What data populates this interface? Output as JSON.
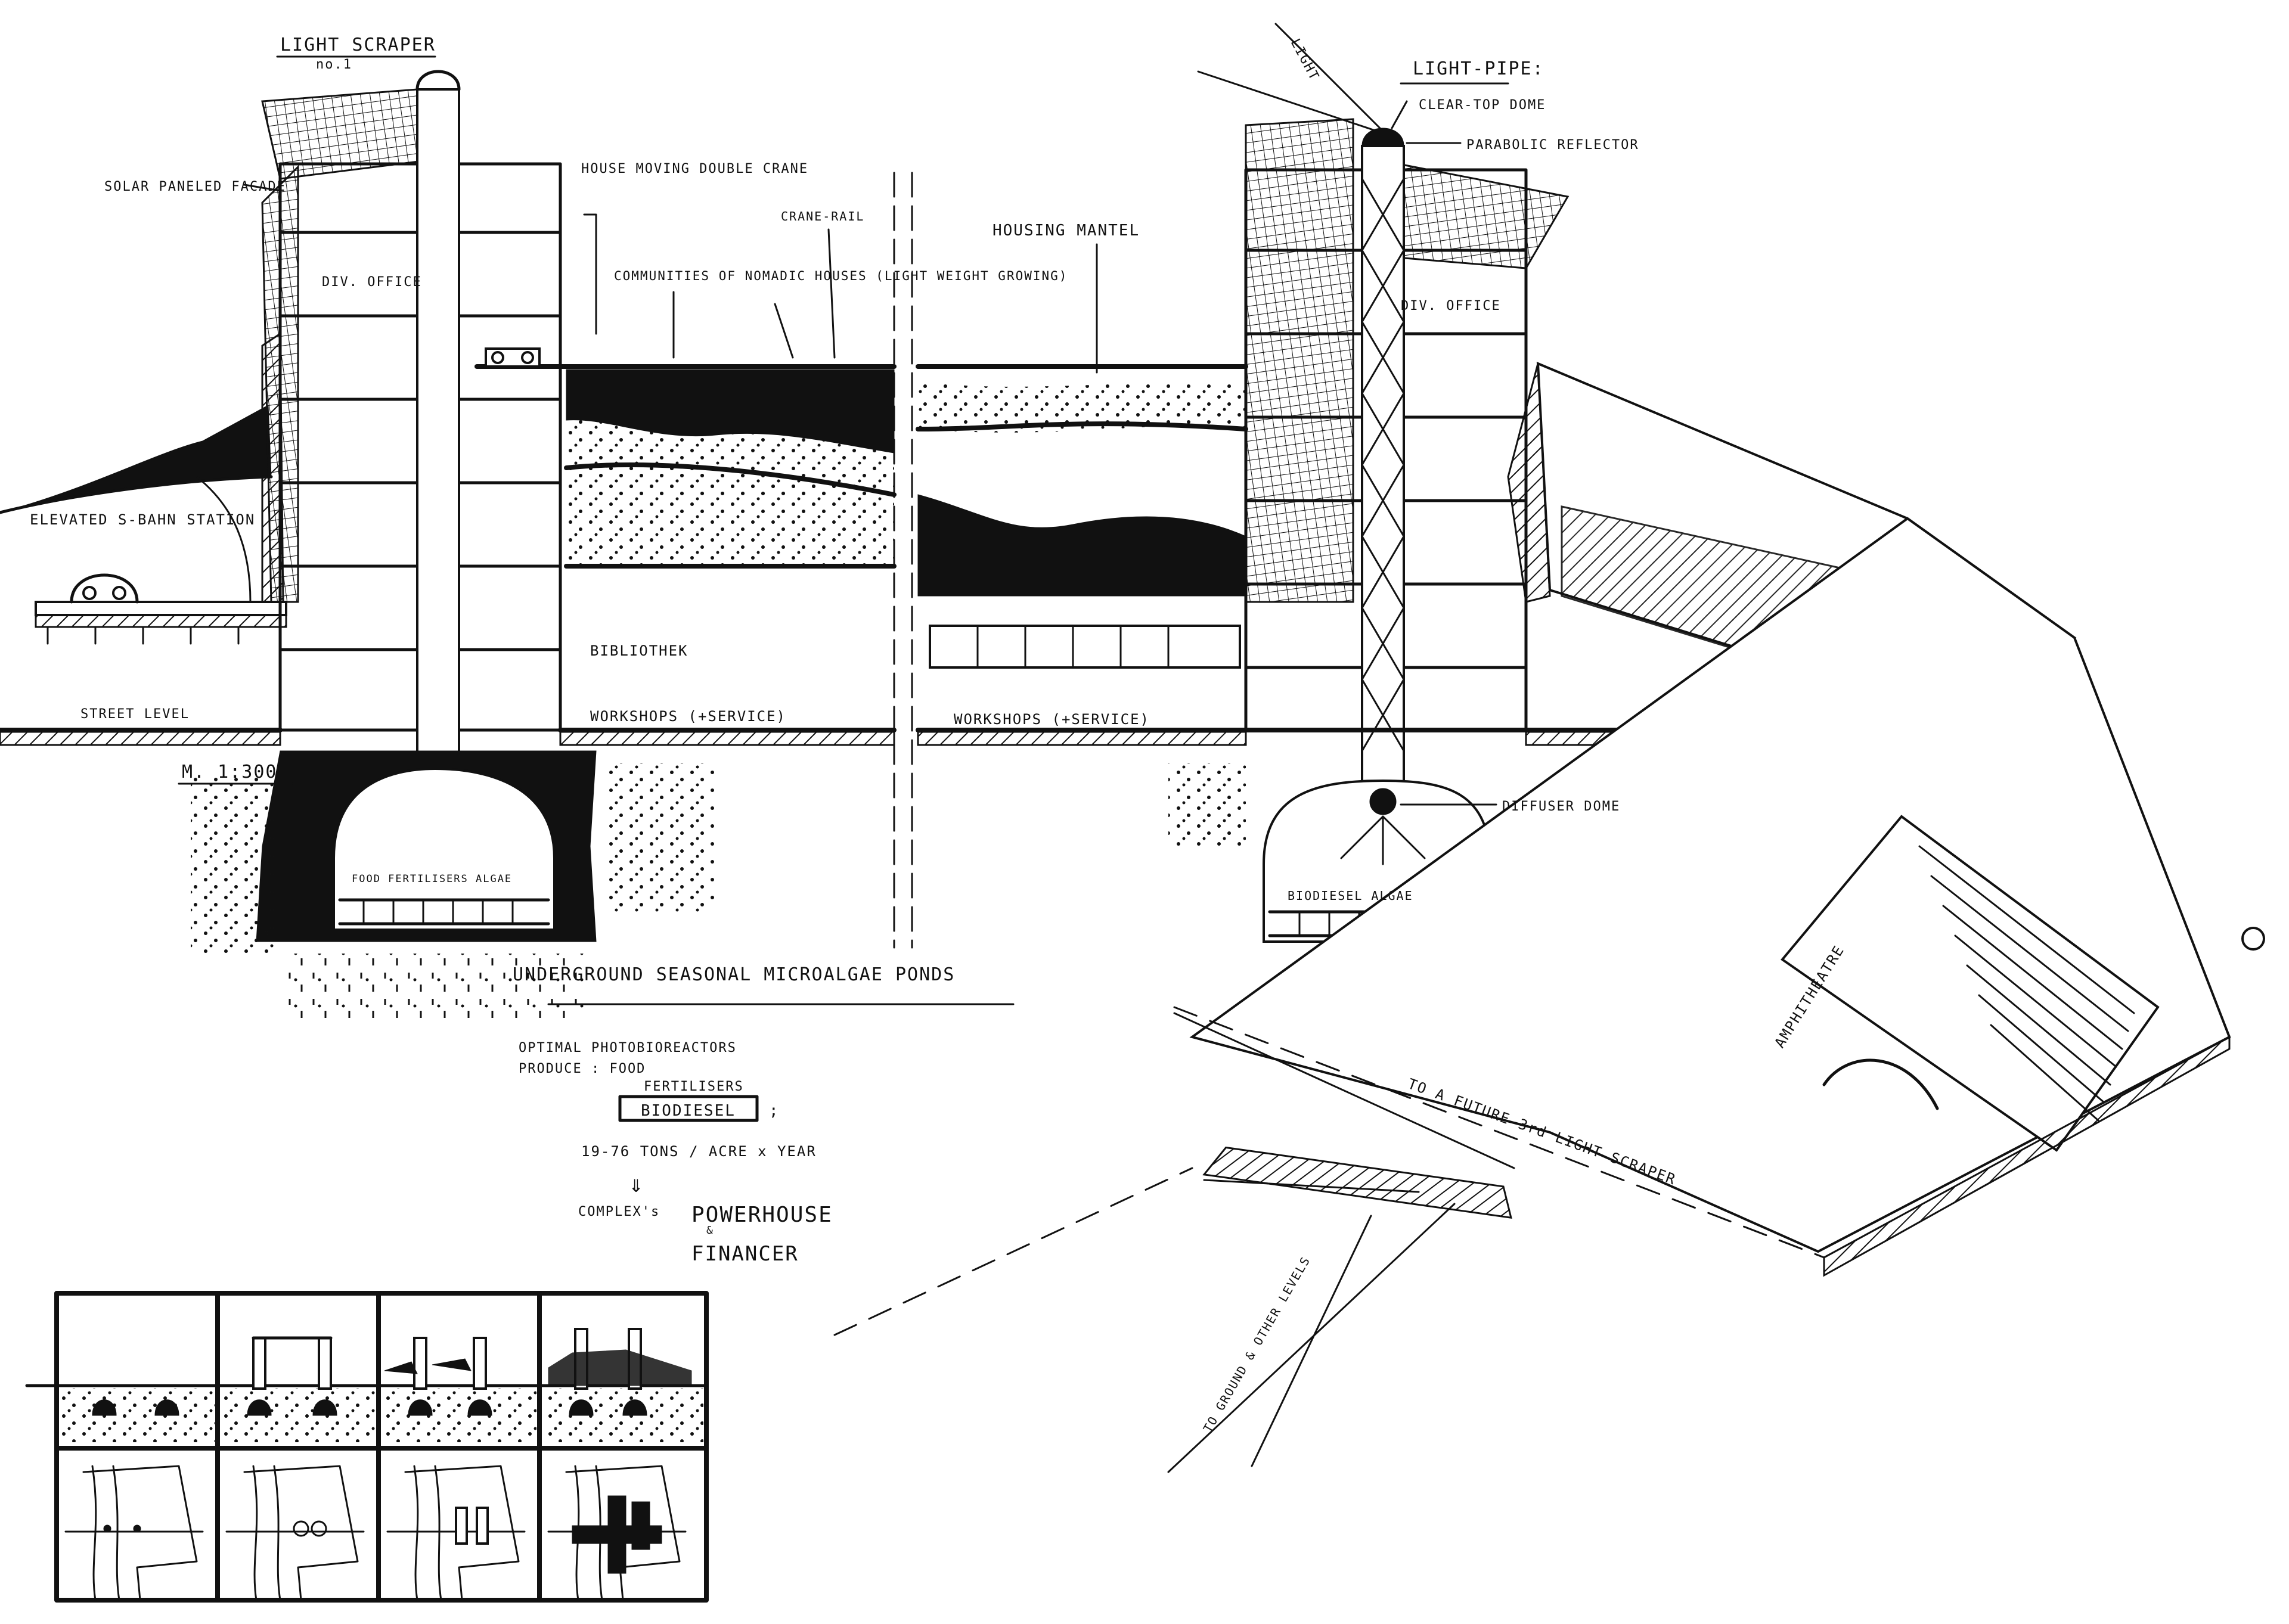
{
  "left_section": {
    "title": "LIGHT SCRAPER",
    "title_sub": "no.1",
    "solar_facade": "SOLAR PANELED FACADE",
    "div_office": "DIV. OFFICE",
    "elevated_station": "ELEVATED S-BAHN STATION",
    "house_moving_crane": "HOUSE MOVING DOUBLE CRANE",
    "crane_rail": "CRANE-RAIL",
    "communities": "COMMUNITIES OF NOMADIC HOUSES (LIGHT WEIGHT GROWING)",
    "bibliothek": "BIBLIOTHEK",
    "street_level": "STREET LEVEL",
    "workshops": "WORKSHOPS (+SERVICE)",
    "scale": "M. 1:300",
    "pond_contents": "FOOD FERTILISERS ALGAE",
    "underground": "UNDERGROUND SEASONAL MICROALGAE PONDS"
  },
  "right_section": {
    "light": "LIGHT",
    "light_pipe": "LIGHT-PIPE:",
    "clear_top_dome": "CLEAR-TOP DOME",
    "parabolic_reflector": "PARABOLIC REFLECTOR",
    "housing_mantel": "HOUSING MANTEL",
    "div_office": "DIV. OFFICE",
    "workshops": "WORKSHOPS (+SERVICE)",
    "diffuser_dome": "DIFFUSER DOME",
    "biodiesel_algae": "BIODIESEL ALGAE",
    "amphitheatre": "AMPHITHEATRE",
    "future_scraper": "TO A FUTURE 3rd LIGHT SCRAPER",
    "to_ground": "TO GROUND & OTHER LEVELS"
  },
  "notes": {
    "line1": "OPTIMAL PHOTOBIOREACTORS",
    "line2": "PRODUCE : FOOD",
    "line3": "FERTILISERS",
    "boxed": "BIODIESEL",
    "boxed_suffix": ";",
    "yield": "19-76 TONS / ACRE x YEAR",
    "arrow": "⇓",
    "complex": "COMPLEX's",
    "powerhouse": "POWERHOUSE",
    "ampersand": "&",
    "financer": "FINANCER"
  },
  "phases": {
    "count": 4,
    "section_rows": 1,
    "plan_rows": 1
  }
}
